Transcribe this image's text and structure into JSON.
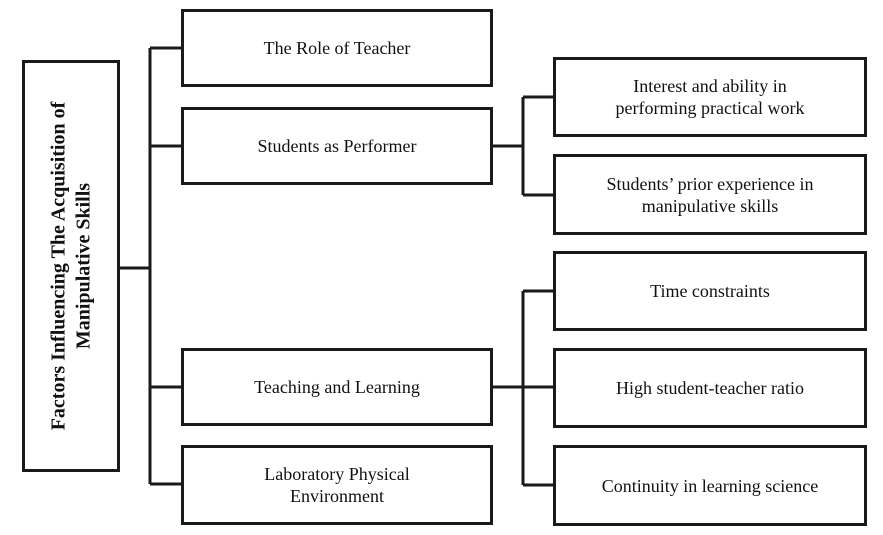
{
  "root": {
    "line1": "Factors Influencing The Acquisition of",
    "line2": "Manipulative Skills"
  },
  "factors": [
    {
      "lines": [
        "The Role of Teacher"
      ]
    },
    {
      "lines": [
        "Students as Performer"
      ]
    },
    {
      "lines": [
        "Teaching and Learning"
      ]
    },
    {
      "lines": [
        "Laboratory Physical",
        "Environment"
      ]
    }
  ],
  "students_sub": [
    {
      "lines": [
        "Interest and ability in",
        "performing practical work"
      ]
    },
    {
      "lines": [
        "Students’ prior experience in",
        "manipulative skills"
      ]
    }
  ],
  "teaching_sub": [
    {
      "lines": [
        "Time constraints"
      ]
    },
    {
      "lines": [
        "High student-teacher ratio"
      ]
    },
    {
      "lines": [
        "Continuity in learning science"
      ]
    }
  ]
}
